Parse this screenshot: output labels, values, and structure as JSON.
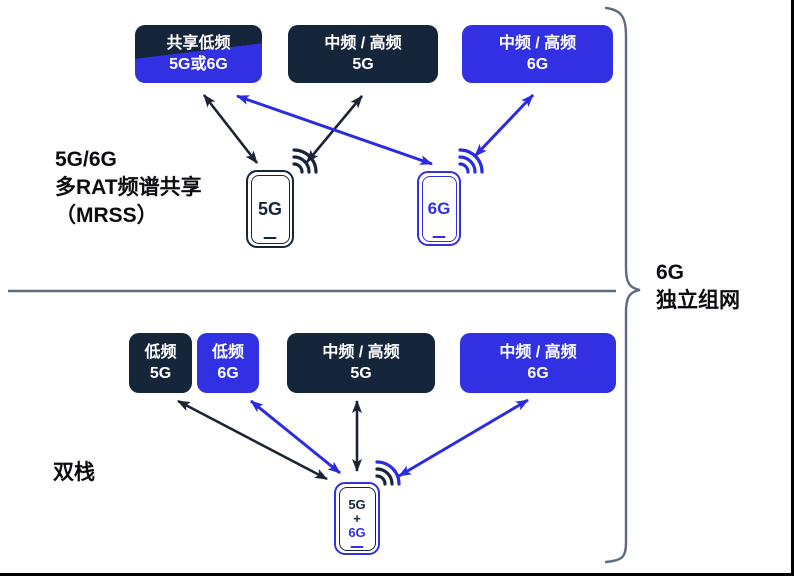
{
  "colors": {
    "navy": "#15263B",
    "blue": "#3130E3",
    "arrow_black": "#1B2433",
    "arrow_blue": "#2B2BE2",
    "brace_gray": "#5C6B80",
    "frame_black": "#000000"
  },
  "top_section": {
    "label": {
      "line1": "5G/6G",
      "line2": "多RAT频谱共享",
      "line3": "（MRSS）"
    },
    "boxes": [
      {
        "line1": "共享低频",
        "line2": "5G或6G",
        "style": "split-navy-blue"
      },
      {
        "line1": "中频 / 高频",
        "line2": "5G",
        "style": "navy"
      },
      {
        "line1": "中频 / 高频",
        "line2": "6G",
        "style": "blue"
      }
    ],
    "phones": [
      {
        "label": "5G",
        "color": "navy"
      },
      {
        "label": "6G",
        "color": "blue"
      }
    ]
  },
  "bottom_section": {
    "label": "双栈",
    "boxes": [
      {
        "line1": "低频",
        "line2": "5G",
        "style": "navy"
      },
      {
        "line1": "低频",
        "line2": "6G",
        "style": "blue"
      },
      {
        "line1": "中频 / 高频",
        "line2": "5G",
        "style": "navy"
      },
      {
        "line1": "中频 / 高频",
        "line2": "6G",
        "style": "blue"
      }
    ],
    "phone": {
      "line1": "5G",
      "line2": "+",
      "line3": "6G"
    }
  },
  "right_label": {
    "line1": "6G",
    "line2": "独立组网"
  }
}
